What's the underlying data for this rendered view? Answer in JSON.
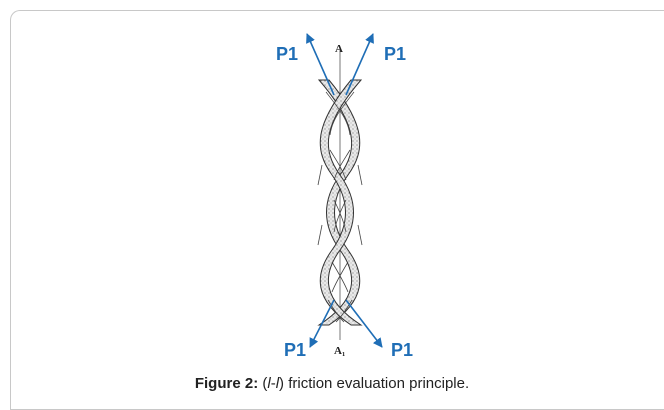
{
  "figure": {
    "labels": {
      "force_top_left": "P1",
      "force_top_right": "P1",
      "force_bottom_left": "P1",
      "force_bottom_right": "P1",
      "axis_top": "A",
      "axis_bottom": "A₁"
    },
    "caption": {
      "label": "Figure 2:",
      "open": " (",
      "italic_1": "l",
      "dash": "-",
      "italic_2": "l",
      "close": ")",
      "text": " friction evaluation principle."
    },
    "colors": {
      "arrow": "#1f6eb6",
      "yarn_outline": "#333333",
      "frame_border": "#c8c8c8"
    }
  }
}
